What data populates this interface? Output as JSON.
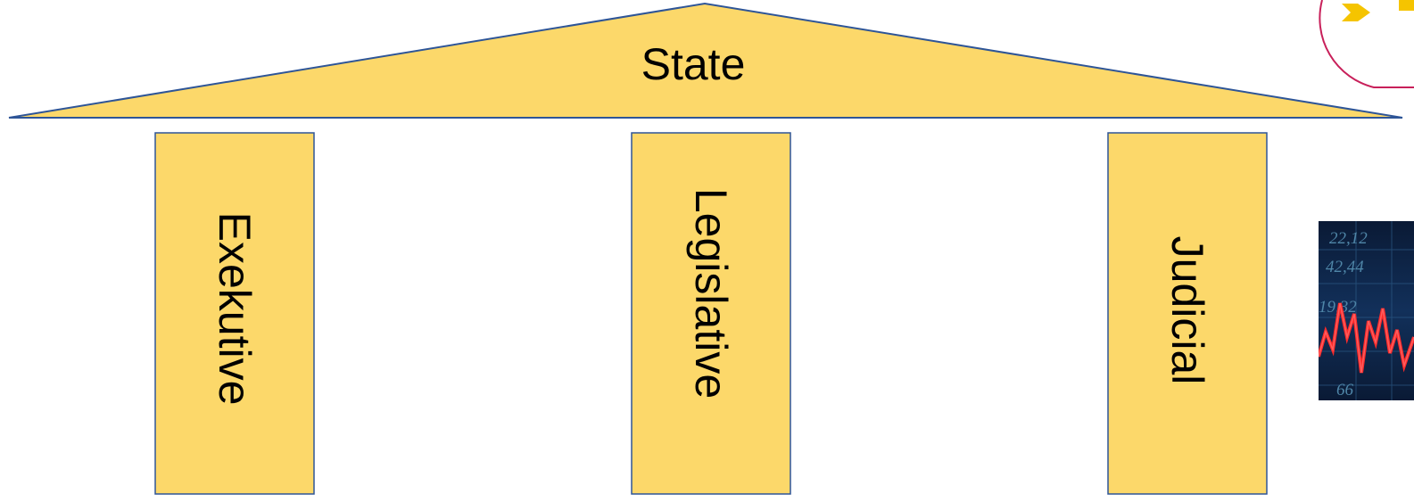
{
  "roof": {
    "label": "State"
  },
  "pillars": [
    {
      "label": "Exekutive"
    },
    {
      "label": "Legislative"
    },
    {
      "label": "Judicial"
    }
  ],
  "stock_thumbnail": {
    "icon": "stock-chart-thumbnail",
    "numbers": [
      "22,12",
      "42,44",
      "19,32",
      "66"
    ]
  },
  "corner_badge": {
    "icon": "arrow-right-icon"
  },
  "colors": {
    "fill": "#fcd86a",
    "stroke": "#2e5597",
    "badge_ring": "#c8205a",
    "badge_arrow": "#f5c400",
    "thumb_bg": "#0d1f3c",
    "thumb_line": "#e8141c"
  }
}
